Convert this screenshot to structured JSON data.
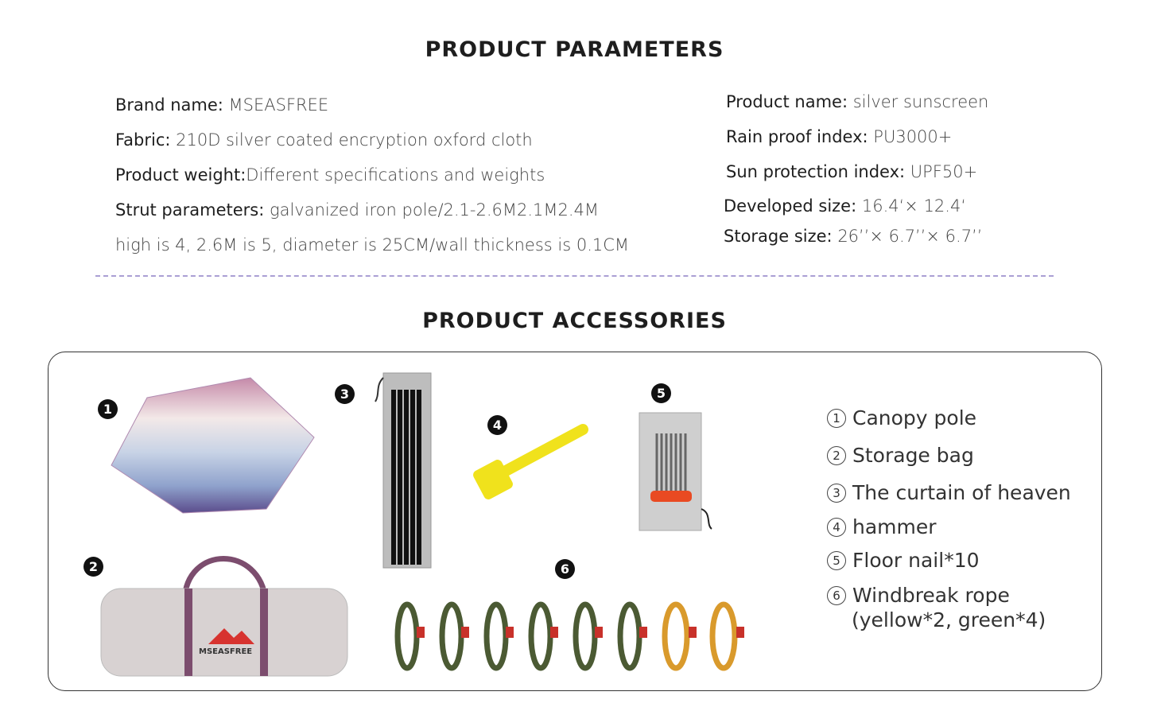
{
  "parameters": {
    "title": "PRODUCT PARAMETERS",
    "left": [
      {
        "label": "Brand name: ",
        "value": "MSEASFREE"
      },
      {
        "label": "Fabric: ",
        "value": "210D silver coated encryption oxford cloth"
      },
      {
        "label": "Product weight:",
        "value": "Different specifications and weights"
      },
      {
        "label": "Strut parameters: ",
        "value": "galvanized iron pole/2.1-2.6M2.1M2.4M"
      },
      {
        "label": "",
        "value": "high is 4, 2.6M is 5, diameter is 25CM/wall thickness is 0.1CM"
      }
    ],
    "right": [
      {
        "label": "Product name: ",
        "value": "silver sunscreen"
      },
      {
        "label": "Rain proof index: ",
        "value": "PU3000+"
      },
      {
        "label": "Sun protection index: ",
        "value": "UPF50+"
      },
      {
        "label": "Developed size: ",
        "value": "16.4‘× 12.4‘"
      },
      {
        "label": "Storage size: ",
        "value": "26’’× 6.7’’× 6.7’’"
      }
    ]
  },
  "accessories": {
    "title": "PRODUCT ACCESSORIES",
    "badges": [
      "1",
      "2",
      "3",
      "4",
      "5",
      "6"
    ],
    "items": [
      {
        "num": "1",
        "label": "Canopy pole"
      },
      {
        "num": "2",
        "label": "Storage bag"
      },
      {
        "num": "3",
        "label": "The curtain of heaven"
      },
      {
        "num": "4",
        "label": "hammer"
      },
      {
        "num": "5",
        "label": "Floor nail*10"
      },
      {
        "num": "6",
        "label": "Windbreak rope",
        "sub": "(yellow*2, green*4)"
      }
    ],
    "logo_text": "MSEASFREE"
  }
}
